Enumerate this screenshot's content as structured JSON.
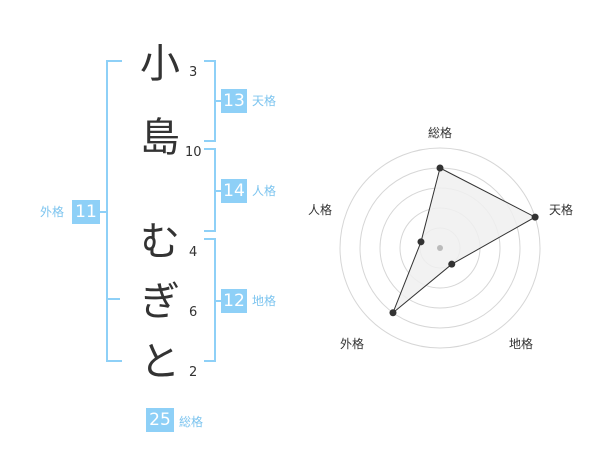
{
  "name_chars": [
    {
      "char": "小",
      "strokes": "3"
    },
    {
      "char": "島",
      "strokes": "10"
    },
    {
      "char": "む",
      "strokes": "4"
    },
    {
      "char": "ぎ",
      "strokes": "6"
    },
    {
      "char": "と",
      "strokes": "2"
    }
  ],
  "fortunes": {
    "tenkaku": {
      "value": "13",
      "label": "天格"
    },
    "jinkaku": {
      "value": "14",
      "label": "人格"
    },
    "chikaku": {
      "value": "12",
      "label": "地格"
    },
    "gaikaku": {
      "value": "11",
      "label": "外格"
    },
    "soukaku": {
      "value": "25",
      "label": "総格"
    }
  },
  "chart_data": {
    "type": "radar",
    "axes": [
      "総格",
      "天格",
      "地格",
      "外格",
      "人格"
    ],
    "values": [
      4,
      5,
      1,
      4,
      1
    ],
    "max": 5,
    "rings": 5,
    "colors": {
      "fill": "#f0f0f0",
      "line": "#333333",
      "grid": "#d6d6d6",
      "center": "#bbbbbb"
    }
  }
}
